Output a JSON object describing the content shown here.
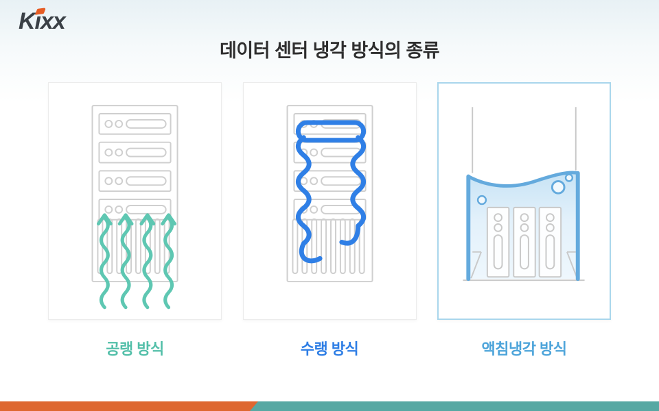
{
  "brand": {
    "logo_text": "Kixx",
    "logo_color": "#3a4046",
    "flame_color": "#e65c24"
  },
  "title": "데이터 센터 냉각 방식의 종류",
  "title_color": "#2e2e2e",
  "panels": [
    {
      "id": "air-cooling",
      "label": "공랭 방식",
      "label_color": "#53bfa9",
      "accent_color": "#5ec7b2",
      "border_color": "#ececec",
      "icon": "air-cooling-rack-icon",
      "illustration": "server rack with vent slats and four wavy upward airflow arrows"
    },
    {
      "id": "water-cooling",
      "label": "수랭 방식",
      "label_color": "#2e7ee5",
      "accent_color": "#2f7fe6",
      "border_color": "#ececec",
      "icon": "water-cooling-rack-icon",
      "illustration": "server rack with blue serpentine coolant pipe"
    },
    {
      "id": "immersion-cooling",
      "label": "액침냉각 방식",
      "label_color": "#4da4da",
      "accent_color": "#64aadd",
      "border_color": "#a9d6ec",
      "icon": "immersion-tank-icon",
      "illustration": "three server blades submerged in a tank of cooling liquid with bubbles"
    }
  ],
  "footer_bar": {
    "left_color": "#de6730",
    "right_color": "#57a8a3"
  },
  "background": {
    "top_tint": "#e8f1f5",
    "base": "#ffffff"
  }
}
